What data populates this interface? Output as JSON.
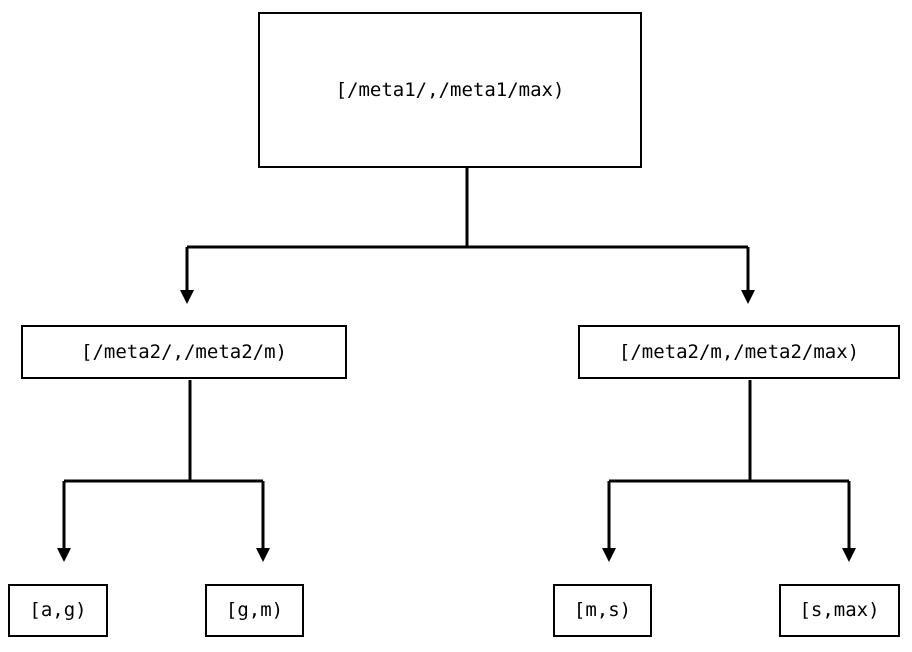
{
  "diagram": {
    "type": "tree",
    "orientation": "top-down",
    "background_color": "#ffffff",
    "line_color": "#000000",
    "text_color": "#000000",
    "nodes": {
      "root": {
        "label": "[/meta1/,/meta1/max)",
        "level": 0
      },
      "mid_left": {
        "label": "[/meta2/,/meta2/m)",
        "level": 1
      },
      "mid_right": {
        "label": "[/meta2/m,/meta2/max)",
        "level": 1
      },
      "leaves": [
        {
          "label": "[a,g)",
          "level": 2
        },
        {
          "label": "[g,m)",
          "level": 2
        },
        {
          "label": "[m,s)",
          "level": 2
        },
        {
          "label": "[s,max)",
          "level": 2
        }
      ]
    },
    "edges": [
      {
        "from": "root",
        "to": "mid_left",
        "arrow": "triangle-down"
      },
      {
        "from": "root",
        "to": "mid_right",
        "arrow": "triangle-down"
      },
      {
        "from": "mid_left",
        "to": "[a,g)",
        "arrow": "triangle-down"
      },
      {
        "from": "mid_left",
        "to": "[g,m)",
        "arrow": "triangle-down"
      },
      {
        "from": "mid_right",
        "to": "[m,s)",
        "arrow": "triangle-down"
      },
      {
        "from": "mid_right",
        "to": "[s,max)",
        "arrow": "triangle-down"
      }
    ]
  }
}
